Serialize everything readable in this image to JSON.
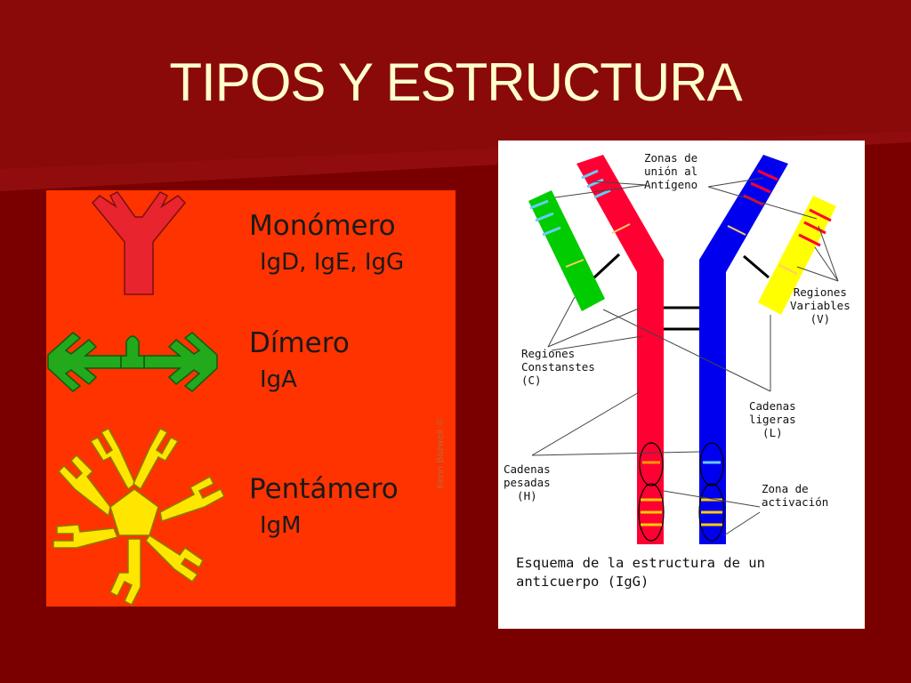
{
  "slide": {
    "title": "TIPOS Y ESTRUCTURA",
    "colors": {
      "background": "#7a0000",
      "title": "#ffffcc",
      "left_panel": "#ff3300"
    }
  },
  "types": [
    {
      "name": "Monómero",
      "sub": "IgD, IgE, IgG",
      "color": "#e8242e"
    },
    {
      "name": "Dímero",
      "sub": "IgA",
      "color": "#22a91c"
    },
    {
      "name": "Pentámero",
      "sub": "IgM",
      "color": "#ffe600"
    }
  ],
  "credit": "Kenn Bozwell ©",
  "diagram": {
    "labels": {
      "antigen_zones": "Zonas de\nunión al\nAntígeno",
      "variable_regions": "Regiones\nVariables\n(V)",
      "constant_regions": "Regiones\nConstanstes\n(C)",
      "light_chains": "Cadenas\nligeras\n(L)",
      "heavy_chains": "Cadenas\npesadas\n(H)",
      "activation_zone": "Zona de\nactivación"
    },
    "caption_line1": "Esquema de la estructura de un",
    "caption_line2": "anticuerpo (IgG)",
    "colors": {
      "heavy_red": "#ff0033",
      "heavy_blue": "#0000ee",
      "light_green": "#00cc00",
      "light_yellow": "#ffff00"
    }
  }
}
